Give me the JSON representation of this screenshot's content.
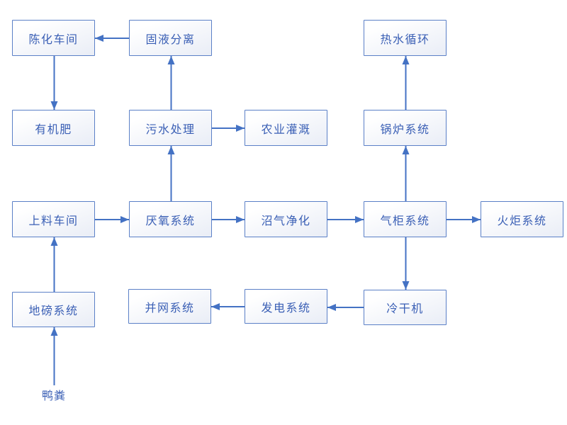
{
  "diagram": {
    "type": "flowchart",
    "background": "#ffffff",
    "colors": {
      "line": "#4472c4",
      "border": "#5b80c7",
      "text": "#3a5fb5",
      "fill_start": "#ffffff",
      "fill_end": "#e9edf6"
    },
    "nodes": [
      {
        "id": "chenhua",
        "label": "陈化车间",
        "shape": "box"
      },
      {
        "id": "guye",
        "label": "固液分离",
        "shape": "box"
      },
      {
        "id": "reshui",
        "label": "热水循环",
        "shape": "box"
      },
      {
        "id": "youjifei",
        "label": "有机肥",
        "shape": "box"
      },
      {
        "id": "wushui",
        "label": "污水处理",
        "shape": "box"
      },
      {
        "id": "nongye",
        "label": "农业灌溉",
        "shape": "box"
      },
      {
        "id": "guolu",
        "label": "锅炉系统",
        "shape": "box"
      },
      {
        "id": "shangliao",
        "label": "上料车间",
        "shape": "box"
      },
      {
        "id": "yanyang",
        "label": "厌氧系统",
        "shape": "box"
      },
      {
        "id": "zhaoqi",
        "label": "沼气净化",
        "shape": "box"
      },
      {
        "id": "qigui",
        "label": "气柜系统",
        "shape": "box"
      },
      {
        "id": "huoju",
        "label": "火炬系统",
        "shape": "box"
      },
      {
        "id": "bingwang",
        "label": "并网系统",
        "shape": "box"
      },
      {
        "id": "fadian",
        "label": "发电系统",
        "shape": "box"
      },
      {
        "id": "lengganji",
        "label": "冷干机",
        "shape": "box"
      },
      {
        "id": "dibang",
        "label": "地磅系统",
        "shape": "box"
      },
      {
        "id": "yafen",
        "label": "鸭粪",
        "shape": "text"
      }
    ],
    "edges": [
      {
        "from": "guye",
        "to": "chenhua"
      },
      {
        "from": "chenhua",
        "to": "youjifei"
      },
      {
        "from": "wushui",
        "to": "guye"
      },
      {
        "from": "wushui",
        "to": "nongye"
      },
      {
        "from": "yanyang",
        "to": "wushui"
      },
      {
        "from": "guolu",
        "to": "reshui"
      },
      {
        "from": "qigui",
        "to": "guolu"
      },
      {
        "from": "shangliao",
        "to": "yanyang"
      },
      {
        "from": "yanyang",
        "to": "zhaoqi"
      },
      {
        "from": "zhaoqi",
        "to": "qigui"
      },
      {
        "from": "qigui",
        "to": "huoju"
      },
      {
        "from": "qigui",
        "to": "lengganji"
      },
      {
        "from": "lengganji",
        "to": "fadian"
      },
      {
        "from": "fadian",
        "to": "bingwang"
      },
      {
        "from": "dibang",
        "to": "shangliao"
      },
      {
        "from": "yafen",
        "to": "dibang"
      }
    ]
  }
}
